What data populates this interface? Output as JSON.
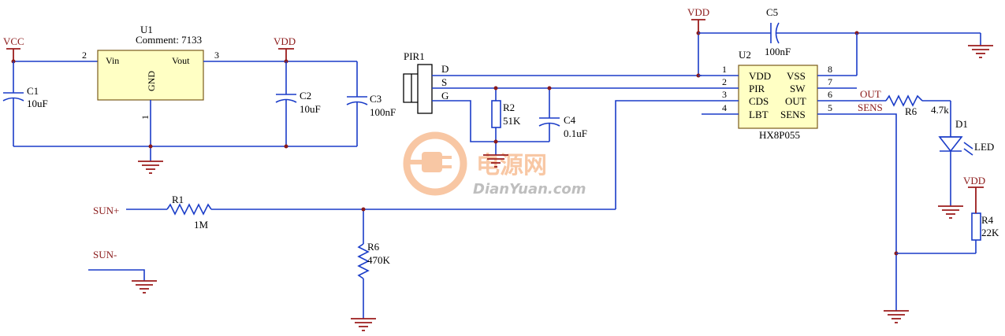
{
  "nets": {
    "vcc": "VCC",
    "vdd": "VDD",
    "sun_pos": "SUN+",
    "sun_neg": "SUN-",
    "out": "OUT",
    "sens": "SENS"
  },
  "u1": {
    "ref": "U1",
    "comment": "Comment: 7133",
    "vin": "Vin",
    "vout": "Vout",
    "gnd": "GND",
    "pin_in": "2",
    "pin_out": "3",
    "pin_gnd": "1"
  },
  "u2": {
    "ref": "U2",
    "part": "HX8P055",
    "left_pins": [
      "VDD",
      "PIR",
      "CDS",
      "LBT"
    ],
    "right_pins": [
      "VSS",
      "SW",
      "OUT",
      "SENS"
    ],
    "left_nums": [
      "1",
      "2",
      "3",
      "4"
    ],
    "right_nums": [
      "8",
      "7",
      "6",
      "5"
    ]
  },
  "pir": {
    "ref": "PIR1",
    "d": "D",
    "s": "S",
    "g": "G"
  },
  "c1": {
    "ref": "C1",
    "value": "10uF"
  },
  "c2": {
    "ref": "C2",
    "value": "10uF"
  },
  "c3": {
    "ref": "C3",
    "value": "100nF"
  },
  "c4": {
    "ref": "C4",
    "value": "0.1uF"
  },
  "c5": {
    "ref": "C5",
    "value": "100nF"
  },
  "r1": {
    "ref": "R1",
    "value": "1M"
  },
  "r2": {
    "ref": "R2",
    "value": "51K"
  },
  "r4": {
    "ref": "R4",
    "value": "22K"
  },
  "r6a": {
    "ref": "R6",
    "value": "470K"
  },
  "r6b": {
    "ref": "R6",
    "value": "4.7k"
  },
  "d1": {
    "ref": "D1",
    "value": "LED"
  },
  "watermark": {
    "cn": "电源网",
    "en": "DianYuan.com"
  },
  "colors": {
    "wire": "#1a3cc8",
    "rail": "#9b1c1c",
    "chip_fill": "#ffffc4",
    "watermark": "#f39a5a"
  }
}
